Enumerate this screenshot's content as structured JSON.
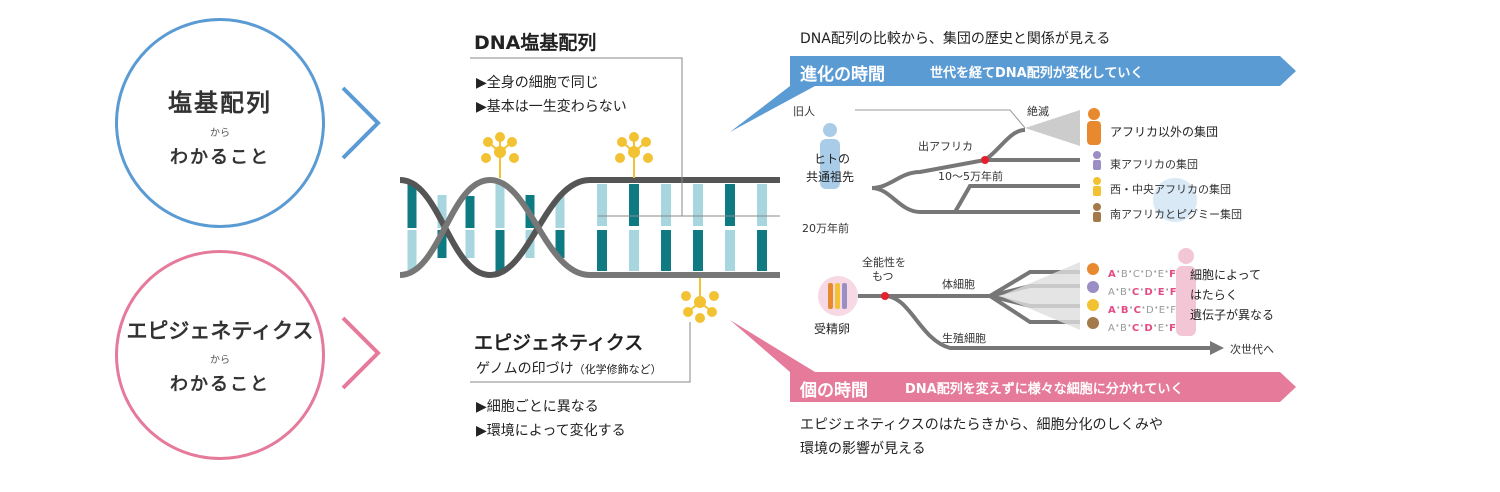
{
  "left": {
    "top_circle": {
      "main": "塩基配列",
      "small": "から",
      "sub": "わかること"
    },
    "bottom_circle": {
      "main": "エピジェネティクス",
      "small": "から",
      "sub": "わかること"
    }
  },
  "dna": {
    "heading": "DNA塩基配列",
    "bullets": [
      "▶全身の細胞で同じ",
      "▶基本は一生変わらない"
    ]
  },
  "epi": {
    "heading": "エピジェネティクス",
    "subtitle": "ゲノムの印づけ",
    "subtitle_note": "（化学修飾など）",
    "bullets": [
      "▶細胞ごとに異なる",
      "▶環境によって変化する"
    ]
  },
  "evolution": {
    "caption": "DNA配列の比較から、集団の歴史と関係が見える",
    "banner_title": "進化の時間",
    "banner_sub": "世代を経てDNA配列が変化していく",
    "extinct_label": "旧人",
    "extinct_end": "絶滅",
    "ancestor_line1": "ヒトの",
    "ancestor_line2": "共通祖先",
    "ancestor_time": "20万年前",
    "out_of_africa": "出アフリカ",
    "out_time": "10～5万年前",
    "groups": [
      "アフリカ以外の集団",
      "東アフリカの集団",
      "西・中央アフリカの集団",
      "南アフリカとピグミー集団"
    ],
    "colors": {
      "blue_banner": "#5a9bd4",
      "orange": "#e8892f",
      "purple": "#9b8ec4",
      "yellow": "#f2c233",
      "brown": "#a57a4a",
      "red_dot": "#e5202e"
    }
  },
  "individual": {
    "totipotent_line1": "全能性を",
    "totipotent_line2": "もつ",
    "zygote": "受精卵",
    "somatic": "体細胞",
    "germ": "生殖細胞",
    "next_gen": "次世代へ",
    "letters": [
      "A",
      "B",
      "C",
      "D",
      "E",
      "F"
    ],
    "note_lines": [
      "細胞によって",
      "はたらく",
      "遺伝子が異なる"
    ],
    "banner_title": "個の時間",
    "banner_sub": "DNA配列を変えずに様々な細胞に分かれていく",
    "caption_line1": "エピジェネティクスのはたらきから、細胞分化のしくみや",
    "caption_line2": "環境の影響が見える",
    "colors": {
      "pink_banner": "#e57a9b",
      "highlight": "#e64a85"
    }
  }
}
